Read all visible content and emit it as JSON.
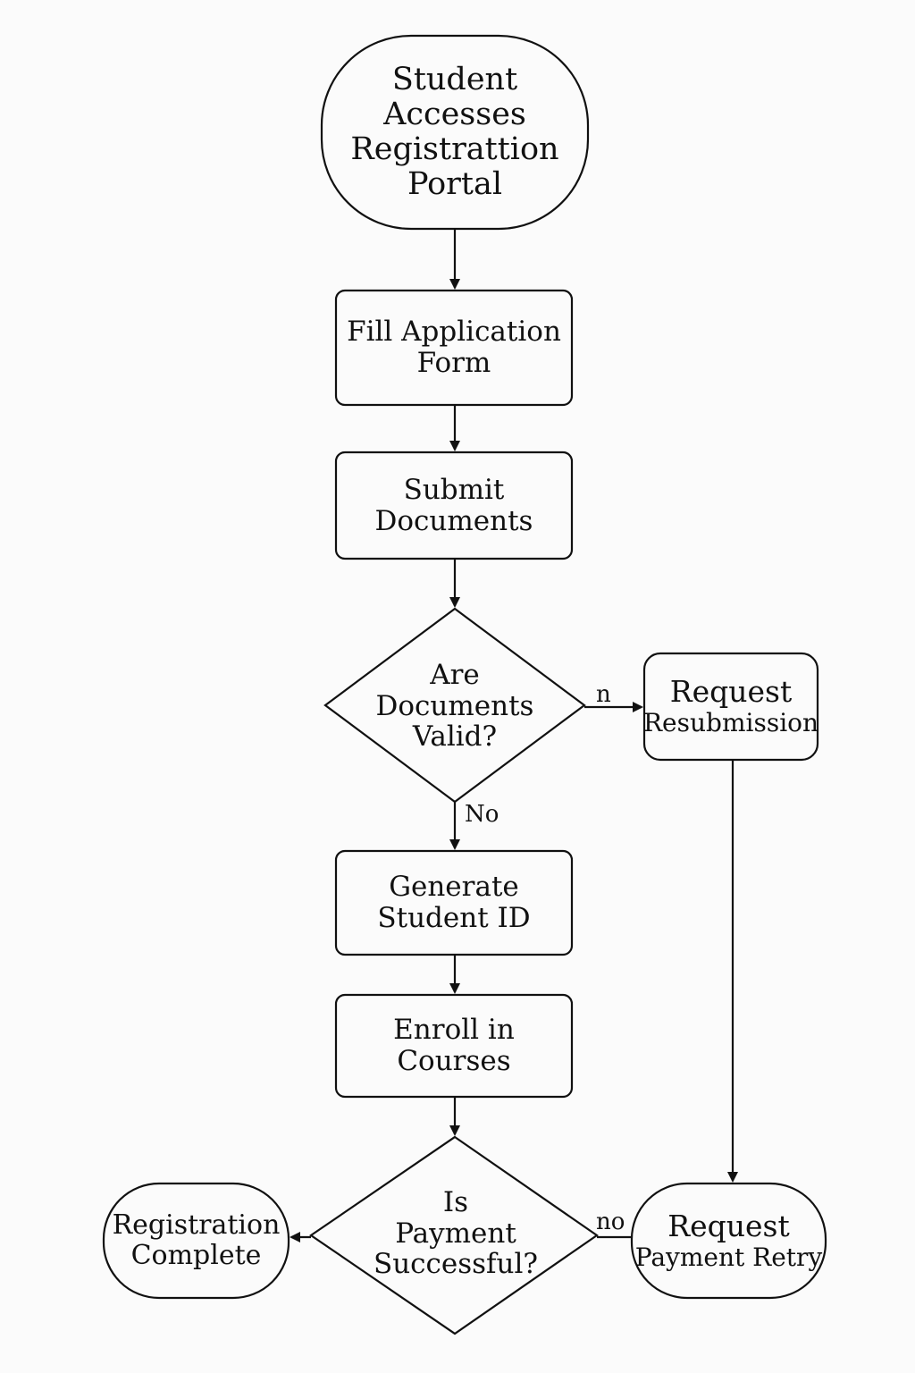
{
  "diagram": {
    "nodes": {
      "start": {
        "lines": [
          "Student",
          "Accesses",
          "Registrattion",
          "Portal"
        ]
      },
      "fill_form": {
        "lines": [
          "Fill Application",
          "Form"
        ]
      },
      "submit_docs": {
        "lines": [
          "Submit",
          "Documents"
        ]
      },
      "docs_valid": {
        "lines": [
          "Are",
          "Documents",
          "Valid?"
        ]
      },
      "request_resubmission": {
        "lines": [
          "Request",
          "Resubmission"
        ]
      },
      "generate_id": {
        "lines": [
          "Generate",
          "Student ID"
        ]
      },
      "enroll": {
        "lines": [
          "Enroll in",
          "Courses"
        ]
      },
      "payment_ok": {
        "lines": [
          "Is",
          "Payment",
          "Successful?"
        ]
      },
      "registration_complete": {
        "lines": [
          "Registration",
          "Complete"
        ]
      },
      "request_payment_retry": {
        "lines": [
          "Request",
          "Payment Retry"
        ]
      }
    },
    "edge_labels": {
      "docs_to_resubmission": "n",
      "docs_to_generate": "No",
      "payment_retry": "no"
    }
  }
}
